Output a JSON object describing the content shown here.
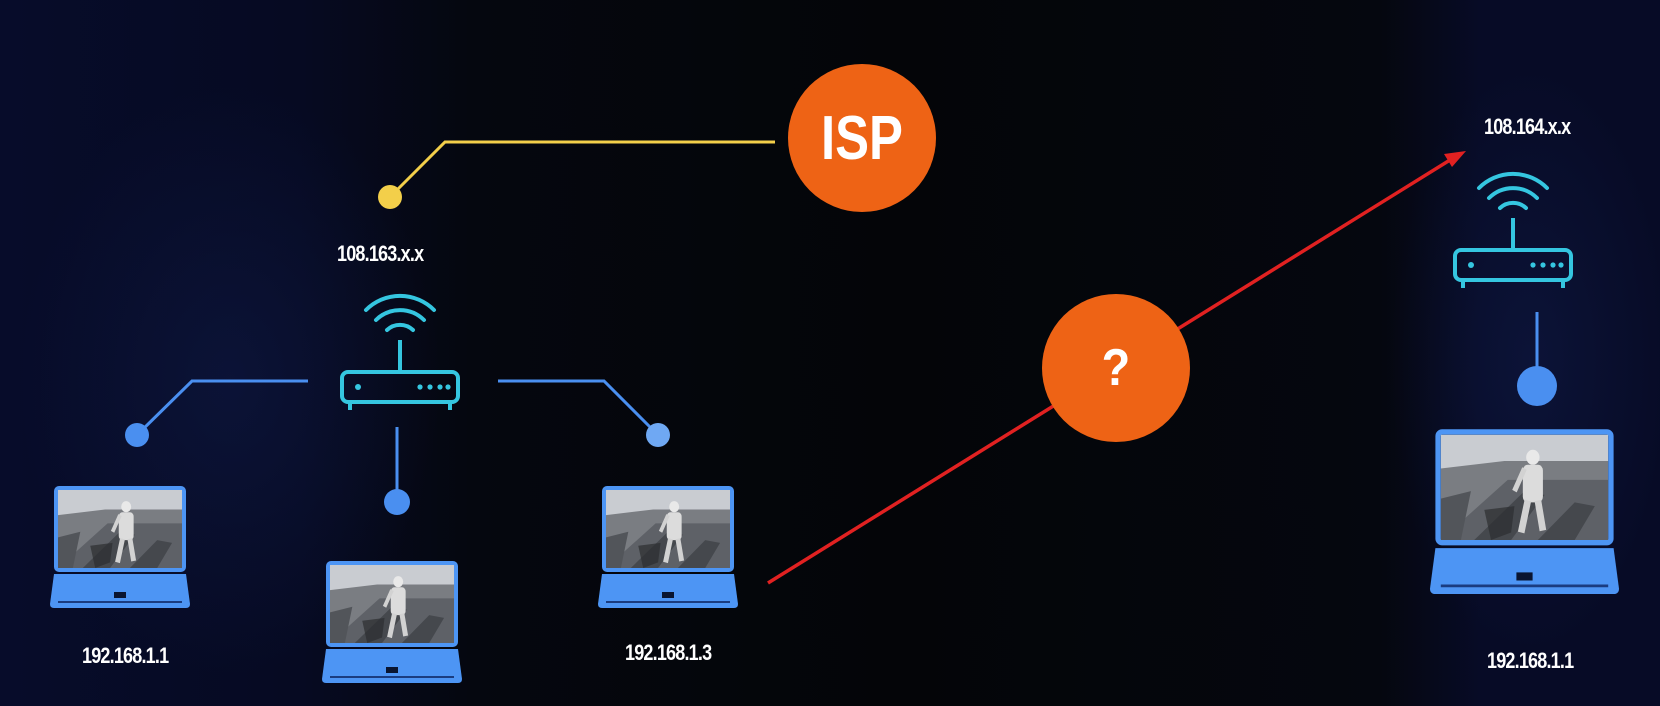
{
  "left_network": {
    "public_ip": "108.163.x.x",
    "devices": [
      {
        "ip": "192.168.1.1"
      },
      {
        "ip": ""
      },
      {
        "ip": "192.168.1.3"
      }
    ]
  },
  "right_network": {
    "public_ip": "108.164.x.x",
    "device_ip": "192.168.1.1"
  },
  "isp": {
    "label": "ISP"
  },
  "unknown_link": {
    "label": "?"
  },
  "colors": {
    "router": "#35c6e0",
    "node": "#4a8ff0",
    "laptop": "#4d95f4",
    "isp_line": "#f3cf4a",
    "link": "#e12121",
    "badge": "#ee6315"
  }
}
